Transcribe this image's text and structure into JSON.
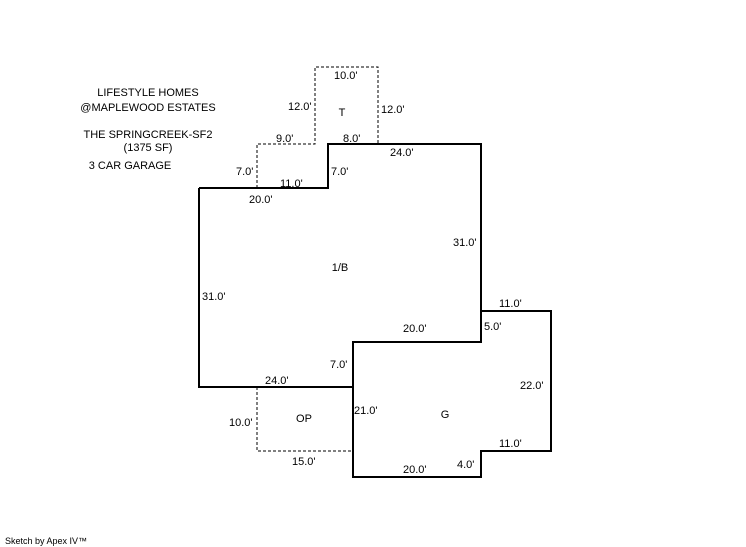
{
  "header": {
    "line1": "LIFESTYLE HOMES",
    "line2": "@MAPLEWOOD ESTATES",
    "line3": "THE SPRINGCREEK-SF2",
    "line4": "(1375 SF)",
    "line5": "3 CAR GARAGE"
  },
  "areas": {
    "t": "T",
    "main": "1/B",
    "op": "OP",
    "garage": "G"
  },
  "dimensions": {
    "t_top": "10.0'",
    "t_left": "12.0'",
    "t_right": "12.0'",
    "t_step": "9.0'",
    "t_bottom": "8.0'",
    "step_left": "7.0'",
    "step_top": "11.0'",
    "step_right": "7.0'",
    "main_top_left": "20.0'",
    "main_top_right": "24.0'",
    "main_right": "31.0'",
    "main_left": "31.0'",
    "main_bottom_right": "20.0'",
    "main_to_garage": "7.0'",
    "main_bottom": "24.0'",
    "g_top": "11.0'",
    "g_step": "5.0'",
    "g_right": "22.0'",
    "g_lower": "11.0'",
    "g_notch": "4.0'",
    "g_bottom": "20.0'",
    "g_left": "21.0'",
    "op_left": "10.0'",
    "op_bottom": "15.0'"
  },
  "footer": "Sketch by Apex IV™"
}
